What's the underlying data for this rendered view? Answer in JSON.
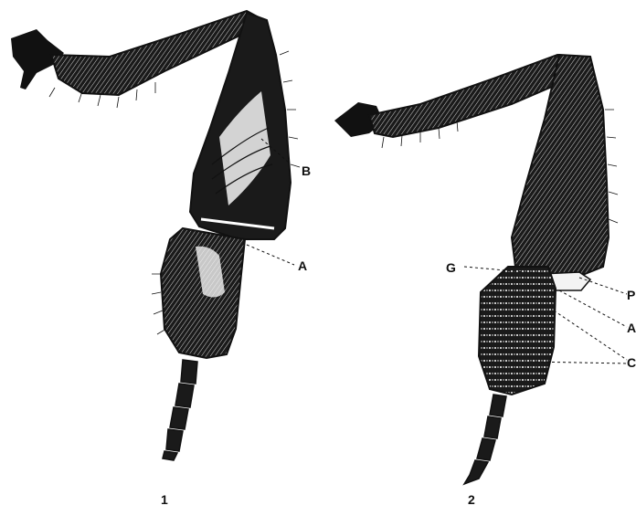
{
  "figure1": {
    "number": "1",
    "labels": {
      "B": "B",
      "A": "A"
    }
  },
  "figure2": {
    "number": "2",
    "labels": {
      "G": "G",
      "P": "P",
      "A": "A",
      "C": "C"
    }
  },
  "colors": {
    "ink": "#111111",
    "paper": "#ffffff"
  }
}
